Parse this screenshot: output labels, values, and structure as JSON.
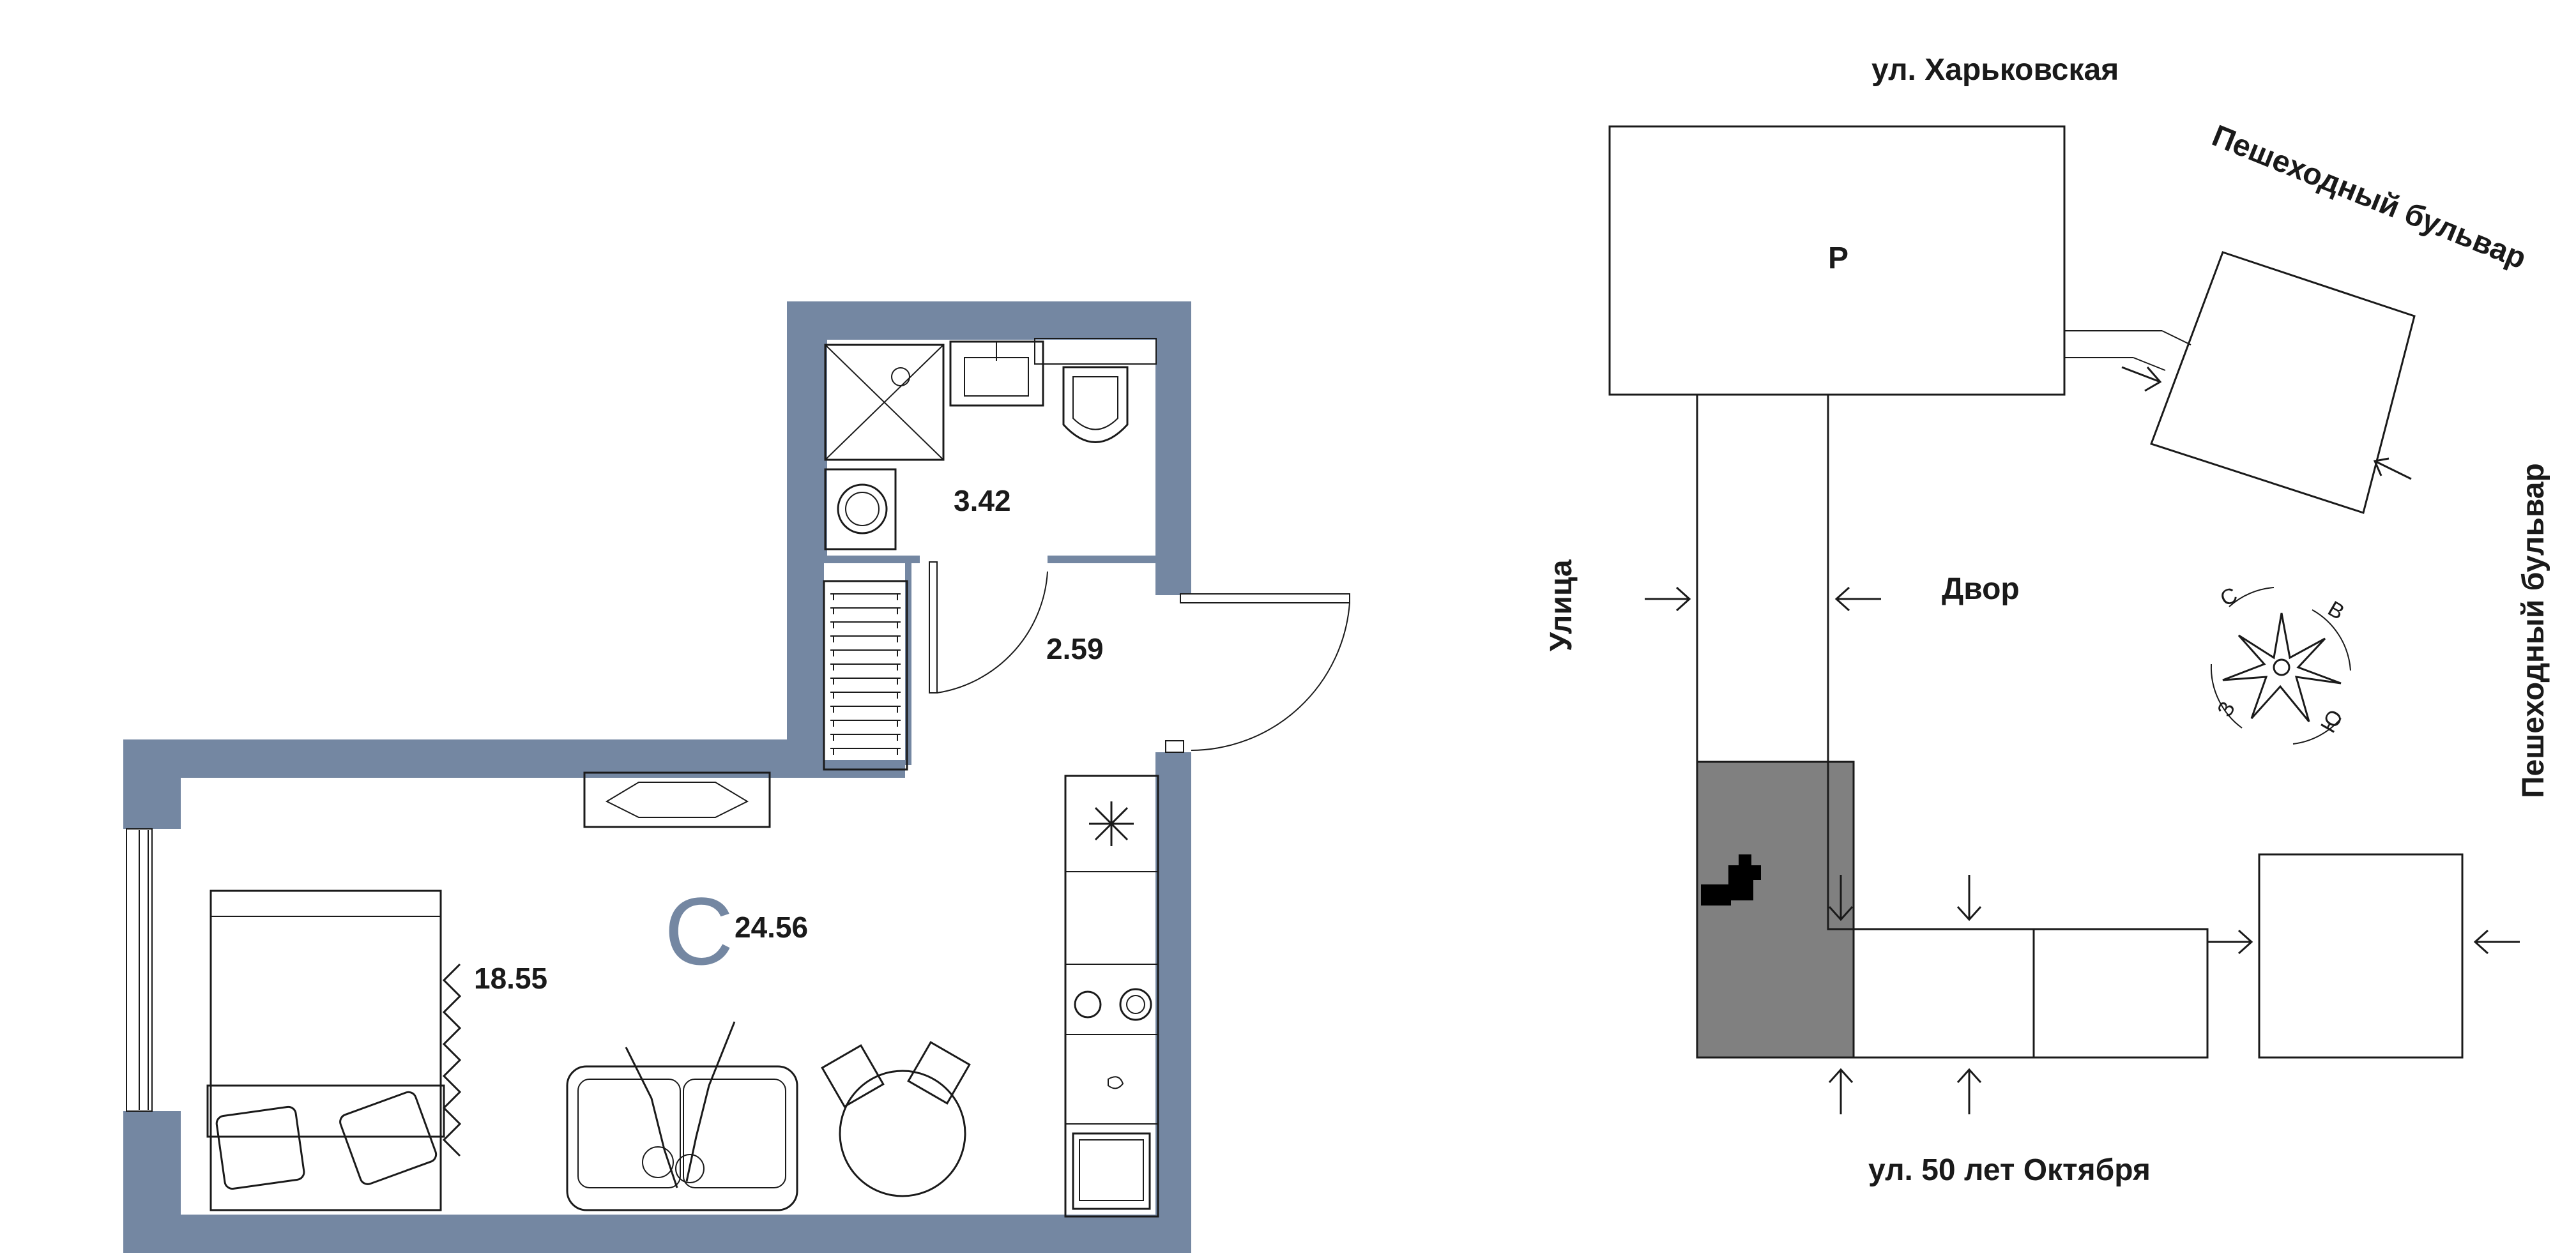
{
  "floorplan": {
    "wall_color": "#7487a2",
    "room_areas": {
      "bathroom": "3.42",
      "hallway": "2.59",
      "living_room": "18.55",
      "total": "24.56"
    },
    "apartment_type_letter": "С"
  },
  "site_plan": {
    "streets": {
      "north": "ул. Харьковская",
      "south": "ул. 50 лет Октября",
      "west": "Улица",
      "boulevard_northeast": "Пешеходный бульвар",
      "boulevard_east": "Пешеходный бульвар"
    },
    "labels": {
      "parking": "Р",
      "courtyard": "Двор"
    },
    "compass": {
      "north": "С",
      "east": "В",
      "south": "Ю",
      "west": "З"
    },
    "colors": {
      "highlight_block": "#808080",
      "apartment_marker": "#000000"
    }
  }
}
